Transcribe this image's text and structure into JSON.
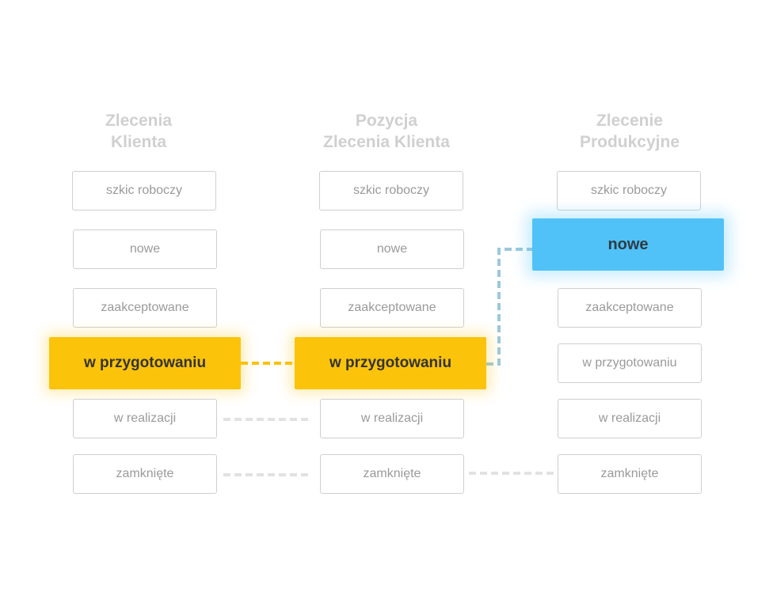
{
  "columns": [
    {
      "title": "Zlecenia\nKlienta",
      "states": [
        "szkic roboczy",
        "nowe",
        "zaakceptowane",
        "w przygotowaniu",
        "w realizacji",
        "zamknięte"
      ]
    },
    {
      "title": "Pozycja\nZlecenia Klienta",
      "states": [
        "szkic roboczy",
        "nowe",
        "zaakceptowane",
        "w przygotowaniu",
        "w realizacji",
        "zamknięte"
      ]
    },
    {
      "title": "Zlecenie\nProdukcyjne",
      "states": [
        "szkic roboczy",
        "nowe",
        "zaakceptowane",
        "w przygotowaniu",
        "w realizacji",
        "zamknięte"
      ]
    }
  ],
  "colors": {
    "active_yellow": "#fcc30b",
    "active_blue": "#50c2f7",
    "inactive_border": "#cfcfcf",
    "inactive_text": "#9a9a9a",
    "title_text": "#d0d0d0",
    "yellow_connector": "#fcc30b",
    "blue_connector": "#9cc8dc",
    "grey_connector": "#e2e2e2"
  }
}
